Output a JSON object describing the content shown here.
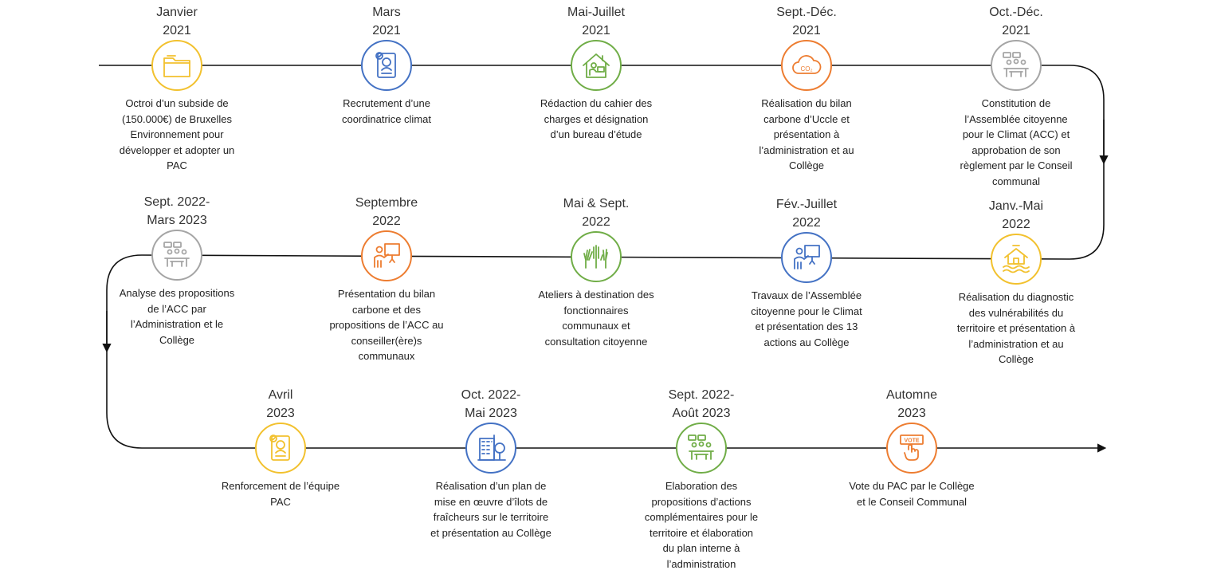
{
  "colors": {
    "yellow": "#F2C12E",
    "blue": "#4472C4",
    "green": "#70AD47",
    "orange": "#ED7D31",
    "gray": "#A5A5A5",
    "line": "#111111"
  },
  "milestones": [
    {
      "id": "m1",
      "date": "Janvier\n2021",
      "desc": "Octroi d’un subside de\n(150.000€) de Bruxelles\nEnvironnement pour\ndévelopper et adopter un\nPAC",
      "icon": "folder-icon",
      "color": "yellow"
    },
    {
      "id": "m2",
      "date": "Mars\n2021",
      "desc": "Recrutement d’une\ncoordinatrice climat",
      "icon": "resume-icon",
      "color": "blue"
    },
    {
      "id": "m3",
      "date": "Mai-Juillet\n2021",
      "desc": "Rédaction du cahier des\ncharges et désignation\nd’un bureau d’étude",
      "icon": "house-desk-icon",
      "color": "green"
    },
    {
      "id": "m4",
      "date": "Sept.-Déc.\n2021",
      "desc": "Réalisation du bilan\ncarbone d’Uccle et\nprésentation à\nl’administration et au\nCollège",
      "icon": "co2-cloud-icon",
      "color": "orange"
    },
    {
      "id": "m5",
      "date": "Oct.-Déc.\n2021",
      "desc": "Constitution de\nl’Assemblée citoyenne\npour le Climat (ACC) et\napprobation de son\nrèglement par le Conseil\ncommunal",
      "icon": "meeting-icon",
      "color": "gray"
    },
    {
      "id": "m6",
      "date": "Janv.-Mai\n2022",
      "desc": "Réalisation du diagnostic\ndes vulnérabilités du\nterritoire et présentation à\nl’administration et au\nCollège",
      "icon": "flooded-house-icon",
      "color": "yellow"
    },
    {
      "id": "m7",
      "date": "Fév.-Juillet\n2022",
      "desc": "Travaux de l’Assemblée\ncitoyenne pour  le Climat\net présentation des 13\nactions au Collège",
      "icon": "presenter-icon",
      "color": "blue"
    },
    {
      "id": "m8",
      "date": "Mai & Sept.\n2022",
      "desc": "Ateliers à destination des\nfonctionnaires\ncommunaux et\nconsultation citoyenne",
      "icon": "raised-hands-icon",
      "color": "green"
    },
    {
      "id": "m9",
      "date": "Septembre\n2022",
      "desc": "Présentation du bilan\ncarbone et des\npropositions de l’ACC au\nconseiller(ère)s\ncommunaux",
      "icon": "presenter-icon",
      "color": "orange"
    },
    {
      "id": "m10",
      "date": "Sept. 2022-\nMars 2023",
      "desc": "Analyse des propositions\nde l’ACC par\nl’Administration et le\nCollège",
      "icon": "meeting-icon",
      "color": "gray"
    },
    {
      "id": "m11",
      "date": "Avril\n2023",
      "desc": "Renforcement de l’équipe\nPAC",
      "icon": "resume-icon",
      "color": "yellow"
    },
    {
      "id": "m12",
      "date": "Oct. 2022-\nMai 2023",
      "desc": "Réalisation d’un plan de\nmise en œuvre d’îlots de\nfraîcheurs sur le territoire\net présentation au Collège",
      "icon": "building-tree-icon",
      "color": "blue"
    },
    {
      "id": "m13",
      "date": "Sept. 2022-\nAoût 2023",
      "desc": "Elaboration des\npropositions d’actions\ncomplémentaires pour le\nterritoire et élaboration\ndu plan interne à\nl’administration",
      "icon": "meeting-icon",
      "color": "green"
    },
    {
      "id": "m14",
      "date": "Automne\n2023",
      "desc": "Vote du PAC par le Collège\net le Conseil Communal",
      "icon": "vote-icon",
      "color": "orange",
      "badge": "VOTE"
    }
  ]
}
